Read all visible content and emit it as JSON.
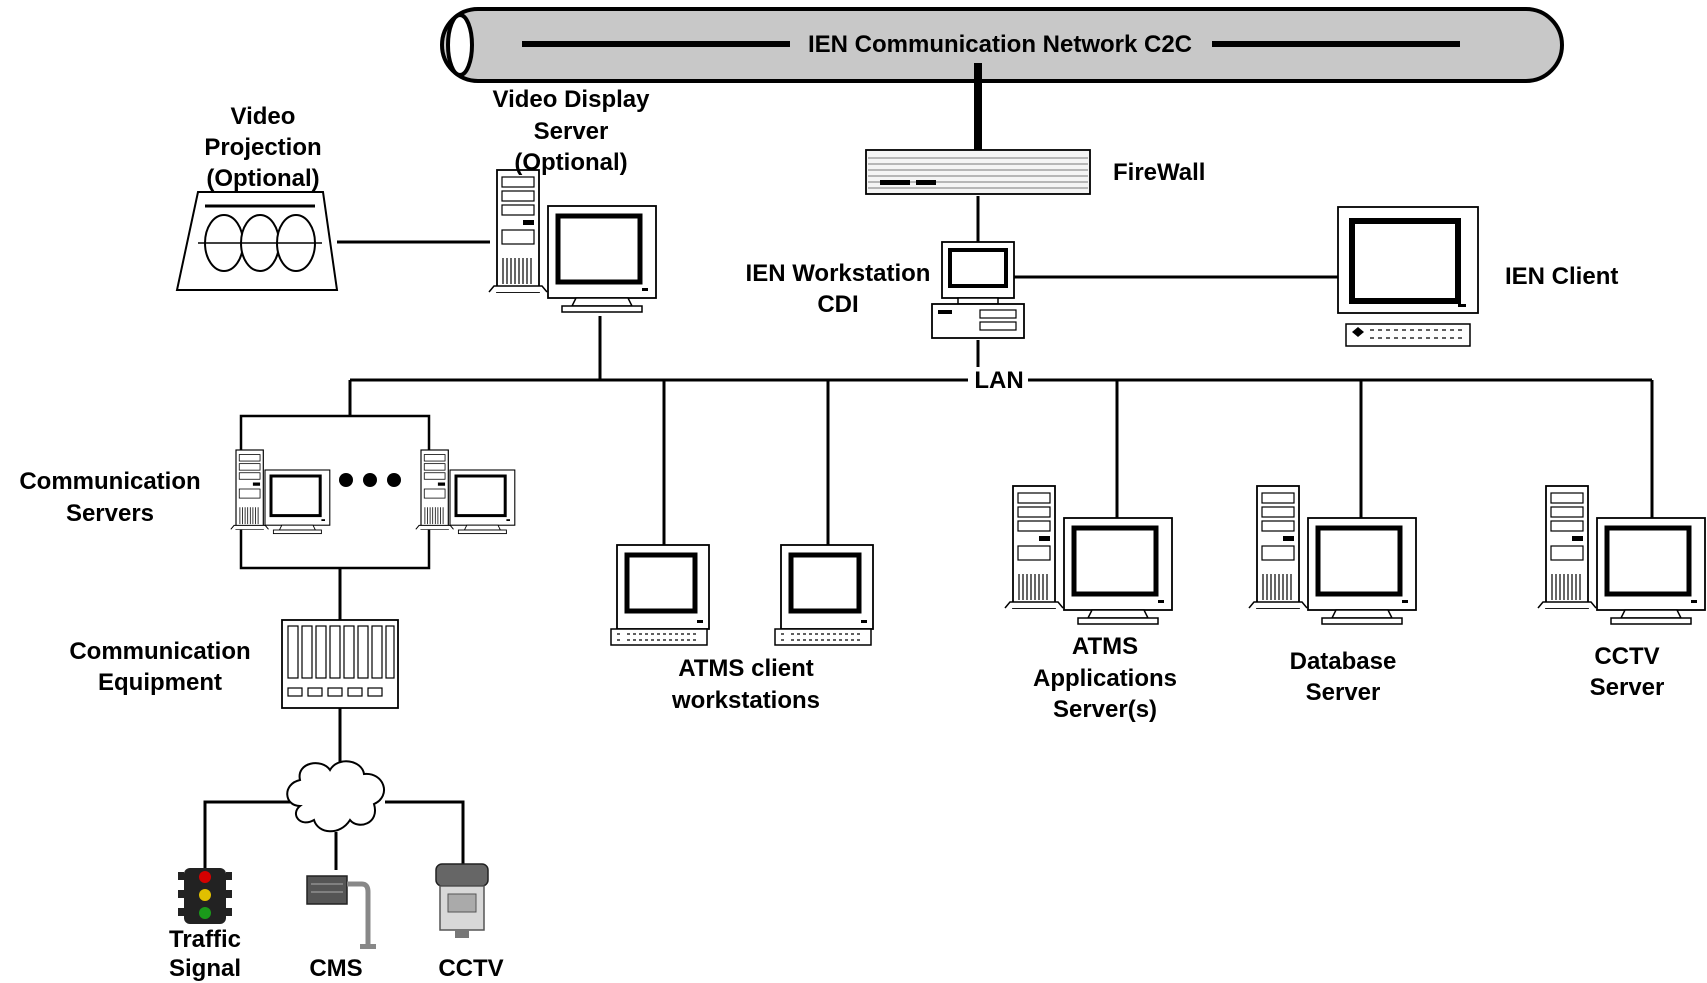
{
  "network": {
    "label": "IEN Communication Network C2C"
  },
  "lan": {
    "label": "LAN"
  },
  "firewall": {
    "label": "FireWall"
  },
  "ien_workstation": {
    "line1": "IEN Workstation",
    "line2": "CDI"
  },
  "ien_client": {
    "label": "IEN Client"
  },
  "video_projection": {
    "line1": "Video",
    "line2": "Projection",
    "line3": "(Optional)"
  },
  "video_display_server": {
    "line1": "Video Display",
    "line2": "Server",
    "line3": "(Optional)"
  },
  "communication_servers": {
    "line1": "Communication",
    "line2": "Servers"
  },
  "communication_equipment": {
    "line1": "Communication",
    "line2": "Equipment"
  },
  "atms_clients": {
    "line1": "ATMS client",
    "line2": "workstations"
  },
  "atms_app_server": {
    "line1": "ATMS",
    "line2": "Applications",
    "line3": "Server(s)"
  },
  "database_server": {
    "line1": "Database",
    "line2": "Server"
  },
  "cctv_server": {
    "line1": "CCTV",
    "line2": "Server"
  },
  "field_devices": {
    "traffic_line1": "Traffic",
    "traffic_line2": "Signal",
    "cms": "CMS",
    "cctv": "CCTV"
  },
  "colors": {
    "pipe_fill": "#c8c8c8",
    "signal_red": "#d40000",
    "signal_yellow": "#e0c000",
    "signal_green": "#1a9a1a"
  }
}
